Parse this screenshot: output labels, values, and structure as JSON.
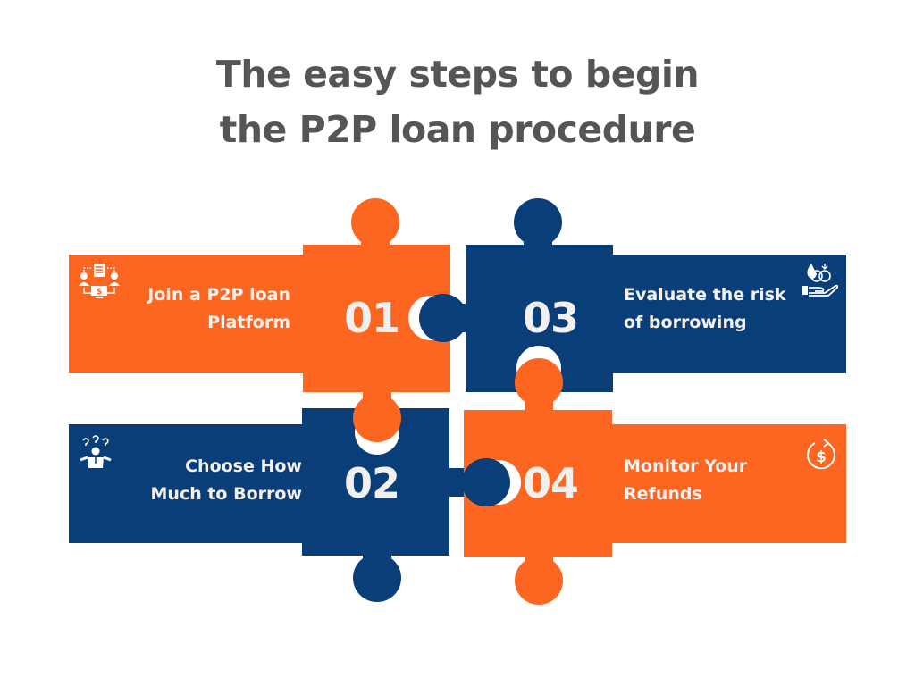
{
  "title": {
    "line1": "The easy steps to begin",
    "line2": "the P2P loan procedure"
  },
  "colors": {
    "orange": "#fc6621",
    "navy": "#0a3e78",
    "title_gray": "#555555",
    "text_light": "#f4f0ec",
    "background": "#ffffff"
  },
  "steps": [
    {
      "number": "01",
      "color": "orange",
      "label_line1": "Join a P2P loan",
      "label_line2": "Platform",
      "icon": "p2p-network-icon"
    },
    {
      "number": "02",
      "color": "navy",
      "label_line1": "Choose How",
      "label_line2": "Much to Borrow",
      "icon": "confused-person-icon"
    },
    {
      "number": "03",
      "color": "navy",
      "label_line1": "Evaluate the risk",
      "label_line2": "of borrowing",
      "icon": "hand-coins-icon"
    },
    {
      "number": "04",
      "color": "orange",
      "label_line1": "Monitor Your",
      "label_line2": "Refunds",
      "icon": "dollar-refresh-icon"
    }
  ]
}
